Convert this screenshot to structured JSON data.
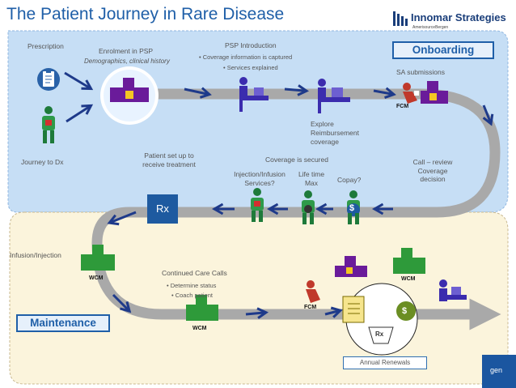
{
  "title": "The Patient Journey in Rare Disease",
  "logo": {
    "name": "Innomar Strategies",
    "sub": "AmerisourceBergen",
    "corner_text": "gen"
  },
  "phases": {
    "onboarding": "Onboarding",
    "maintenance": "Maintenance"
  },
  "labels": {
    "prescription": "Prescription",
    "enrolment": "Enrolment in PSP",
    "enrolment_sub": "Demographics, clinical history",
    "psp_intro": "PSP Introduction",
    "journey_dx": "Journey to Dx",
    "sa_submissions": "SA submissions",
    "explore_1": "Explore",
    "explore_2": "Reimbursement",
    "explore_3": "coverage",
    "patient_setup_1": "Patient set up to",
    "patient_setup_2": "receive treatment",
    "coverage_secured": "Coverage is secured",
    "call_review_1": "Call – review",
    "call_review_2": "Coverage",
    "call_review_3": "decision",
    "injection_services_1": "Injection/Infusion",
    "injection_services_2": "Services?",
    "lifetime_1": "Life time",
    "lifetime_2": "Max",
    "copay": "Copay?",
    "rx": "Rx",
    "infusion_injection": "Infusion/Injection",
    "continued_care": "Continued Care Calls",
    "annual_renewals": "Annual Renewals"
  },
  "bullets": {
    "psp_intro": [
      "Coverage information is captured",
      "Services explained"
    ],
    "continued_care": [
      "Determine status",
      "Coach patient"
    ]
  },
  "badges": {
    "fcm": "FCM",
    "wcm": "WCM",
    "dollar": "$",
    "rx": "Rx"
  },
  "colors": {
    "title": "#1f5fa8",
    "onboarding_area": "#c6def5",
    "maintenance_area": "#fbf4dc",
    "path": "#a9a9a9",
    "arrow": "#1e3a8a",
    "desk": "#6a1b9a",
    "wcm_desk": "#2e7d32",
    "person": "#3b2cae",
    "fcm": "#c0392b"
  }
}
